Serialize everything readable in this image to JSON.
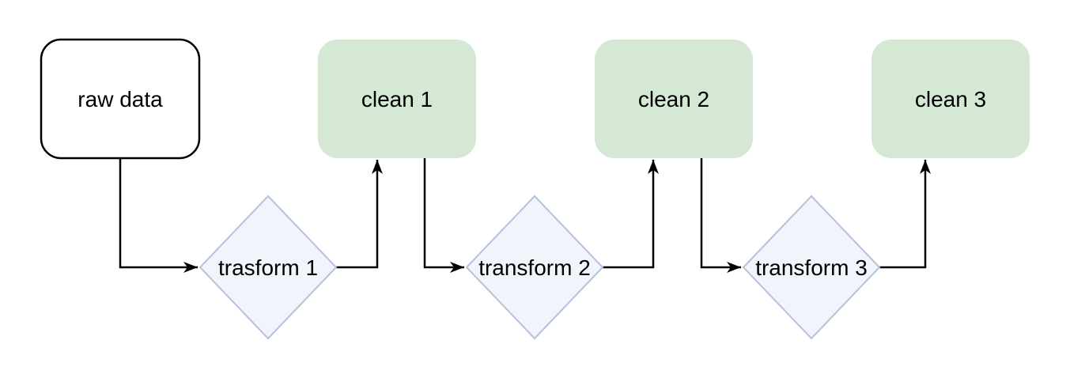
{
  "diagram": {
    "background": "#ffffff",
    "source": {
      "label": "raw data"
    },
    "outputs": [
      {
        "label": "clean 1"
      },
      {
        "label": "clean 2"
      },
      {
        "label": "clean 3"
      }
    ],
    "transforms": [
      {
        "label": "trasform 1"
      },
      {
        "label": "transform 2"
      },
      {
        "label": "transform 3"
      }
    ],
    "colors": {
      "source_fill": "#ffffff",
      "source_stroke": "#000000",
      "output_fill": "#d5e8d4",
      "transform_fill": "#f0f4fb",
      "transform_stroke": "#b6c1da",
      "connector": "#000000",
      "text": "#000000"
    }
  }
}
